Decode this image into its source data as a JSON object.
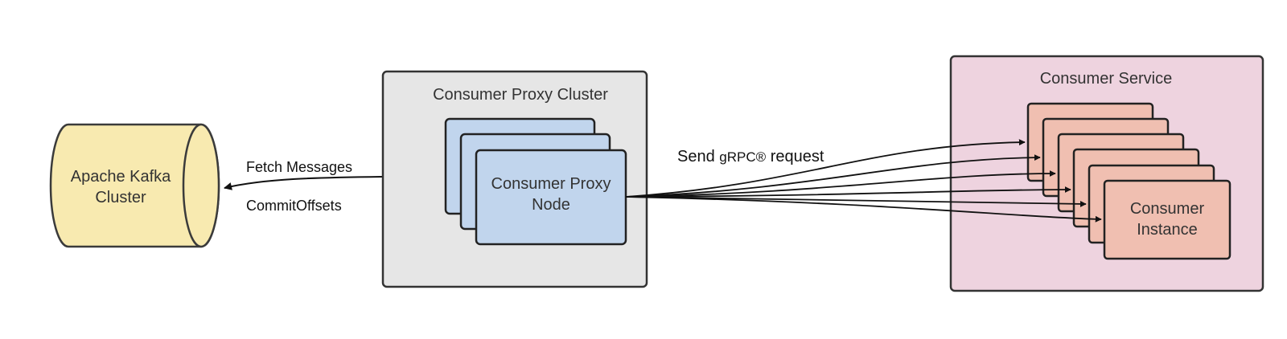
{
  "kafka": {
    "line1": "Apache Kafka",
    "line2": "Cluster"
  },
  "proxy_cluster": {
    "title": "Consumer Proxy Cluster",
    "node_line1": "Consumer Proxy",
    "node_line2": "Node"
  },
  "links": {
    "fetch": "Fetch Messages",
    "commit": "CommitOffsets",
    "grpc_prefix": "Send ",
    "grpc_mark": "gRPC®",
    "grpc_suffix": " request"
  },
  "consumer_service": {
    "title": "Consumer Service",
    "instance_line1": "Consumer",
    "instance_line2": "Instance"
  },
  "colors": {
    "kafka_fill": "#f8eab0",
    "proxy_cluster_fill": "#e6e6e6",
    "proxy_node_fill": "#c1d5ed",
    "service_fill": "#eed3df",
    "instance_fill": "#f0bfb1",
    "stroke": "#3b3b3b"
  }
}
